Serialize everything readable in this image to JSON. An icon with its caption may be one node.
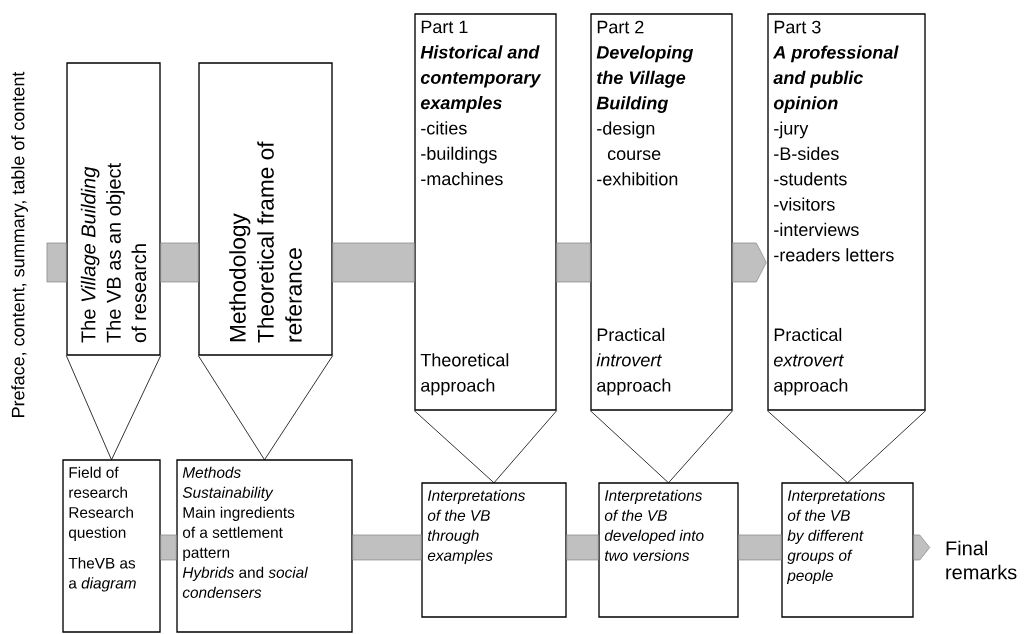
{
  "diagram": {
    "nodes": [
      {
        "text": [
          "Preface, content, summary, table of content"
        ]
      },
      {
        "text": [
          "The *Village Building*",
          "The VB as an object of research"
        ]
      },
      {
        "text": [
          "Methodology",
          "Theoretical frame of referance"
        ]
      },
      {
        "text": [
          "Part 1",
          "Historical and contemporary examples",
          "-cities",
          "-buildings",
          "-machines",
          "Theoretical approach"
        ]
      },
      {
        "text": [
          "Part 2",
          "Developing the Village Building",
          "-design course",
          "-exhibition",
          "Practical *introvert* approach"
        ]
      },
      {
        "text": [
          "Part 3",
          "A professional and public opinion",
          "-jury",
          "-B-sides",
          "-students",
          "-visitors",
          "-interviews",
          "-readers letters",
          "Practical *extrovert* approach"
        ]
      },
      {
        "text": [
          "Field of research",
          "Research question",
          "TheVB as a *diagram*"
        ]
      },
      {
        "text": [
          "Methods",
          "Sustainability",
          "Main ingredients of a settlement pattern",
          "*Hybrids* and *social condensers*"
        ]
      },
      {
        "text": [
          "Interpretations of the VB through examples"
        ]
      },
      {
        "text": [
          "Interpretations of the VB developed into two versions"
        ]
      },
      {
        "text": [
          "Interpretations of the VB by different groups of people"
        ]
      },
      {
        "text": [
          "Final remarks"
        ]
      }
    ],
    "edges": [
      {
        "from": 0,
        "to": 1,
        "arrow": "none",
        "style": "thick"
      },
      {
        "from": 1,
        "to": 2,
        "arrow": "none",
        "style": "thick"
      },
      {
        "from": 2,
        "to": 3,
        "arrow": "none",
        "style": "thick"
      },
      {
        "from": 3,
        "to": 4,
        "arrow": "none",
        "style": "thick"
      },
      {
        "from": 4,
        "to": 5,
        "arrow": "to",
        "style": "thick"
      },
      {
        "from": 1,
        "to": 6,
        "arrow": "none"
      },
      {
        "from": 2,
        "to": 7,
        "arrow": "none"
      },
      {
        "from": 3,
        "to": 8,
        "arrow": "none"
      },
      {
        "from": 4,
        "to": 9,
        "arrow": "none"
      },
      {
        "from": 5,
        "to": 10,
        "arrow": "none"
      },
      {
        "from": 6,
        "to": 7,
        "arrow": "none",
        "style": "thick"
      },
      {
        "from": 7,
        "to": 8,
        "arrow": "none",
        "style": "thick"
      },
      {
        "from": 8,
        "to": 9,
        "arrow": "none",
        "style": "thick"
      },
      {
        "from": 9,
        "to": 10,
        "arrow": "none",
        "style": "thick"
      },
      {
        "from": 10,
        "to": 11,
        "arrow": "to",
        "style": "thick"
      }
    ]
  }
}
